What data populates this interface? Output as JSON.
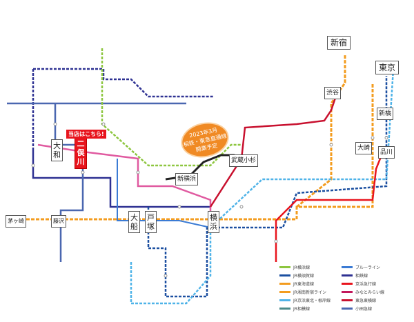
{
  "stations": {
    "shinjuku": "新宿",
    "tokyo": "東京",
    "shibuya": "渋谷",
    "shinagawa": "品川",
    "shimbashi": "新橋",
    "osaki": "大崎",
    "musashikosugi": "武蔵小杉",
    "shinyokohama": "新横浜",
    "yokohama": "横浜",
    "yamato": "大和",
    "futamatagawa": "二俣川",
    "totsuka": "戸塚",
    "ofuna": "大船",
    "fujisawa": "藤沢",
    "chigasaki": "茅ヶ崎"
  },
  "store_label": "当店はこちら!",
  "bubble": {
    "line1": "2023年3月",
    "line2": "相鉄・東急直通線",
    "line3": "開業予定"
  },
  "legend": {
    "left": [
      {
        "label": "JR横浜線",
        "color": "#8dc63f"
      },
      {
        "label": "JR横須賀線",
        "color": "#1b4fa0"
      },
      {
        "label": "JR東海道線",
        "color": "#f39c1f"
      },
      {
        "label": "JR湘南新宿ライン",
        "color": "#f39c1f"
      },
      {
        "label": "JR京浜東北・根岸線",
        "color": "#4fb3e8"
      },
      {
        "label": "JR相模線",
        "color": "#4a8a8a"
      }
    ],
    "right": [
      {
        "label": "ブルーライン",
        "color": "#3b7bd4"
      },
      {
        "label": "相鉄線",
        "color": "#2e3192"
      },
      {
        "label": "京浜急行線",
        "color": "#e8141d"
      },
      {
        "label": "みなとみらい線",
        "color": "#c2185b"
      },
      {
        "label": "東急東横線",
        "color": "#c8102e"
      },
      {
        "label": "小田急線",
        "color": "#4a67b0"
      }
    ]
  },
  "colors": {
    "sotetsu": "#2e3192",
    "keikyu": "#e8141d",
    "tokyu": "#c8102e",
    "pink": "#e05aa0",
    "blueline": "#3b7bd4",
    "odakyu": "#4a67b0",
    "sotetsu_new": "#222222"
  }
}
